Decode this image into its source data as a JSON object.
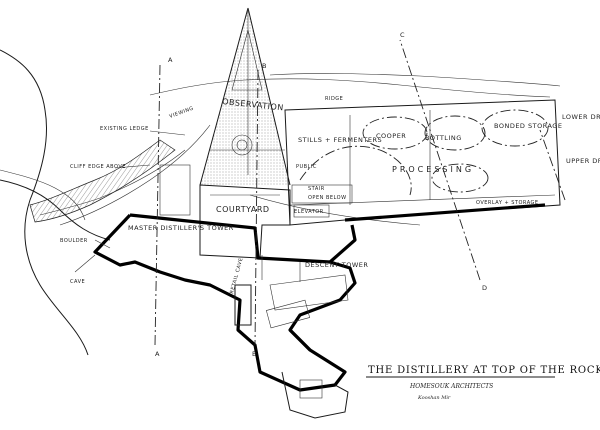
{
  "title": {
    "main": "THE DISTILLERY AT TOP OF THE ROCK",
    "sub": "HOMESOUK ARCHITECTS",
    "signature": "Kooshan Mir"
  },
  "labels": {
    "observation": "OBSERVATION",
    "courtyard": "COURTYARD",
    "stills": "STILLS + FERMENTERS",
    "bonded_storage": "BONDED STORAGE",
    "processing": "PROCESSING",
    "cooper": "COOPER",
    "bottling": "BOTTLING",
    "overlay_storage": "OVERLAY + STORAGE",
    "master_distillers": "MASTER DISTILLER'S TOWER",
    "descent_tower": "DESCENT TOWER",
    "existing_ledge": "EXISTING LEDGE",
    "cliff_edge_above": "CLIFF EDGE ABOVE",
    "lower_drive": "LOWER DRIVE",
    "upper_drive": "UPPER DRIVE",
    "cave": "CAVE",
    "retail_cave": "RETAIL CAVE",
    "public": "PUBLIC",
    "stair": "STAIR",
    "open_below": "OPEN BELOW",
    "elevator": "ELEVATOR",
    "viewing": "VIEWING",
    "ridge": "RIDGE",
    "boulder": "BOULDER",
    "section_a": "A",
    "section_b": "B",
    "section_c": "C",
    "section_d": "D"
  }
}
